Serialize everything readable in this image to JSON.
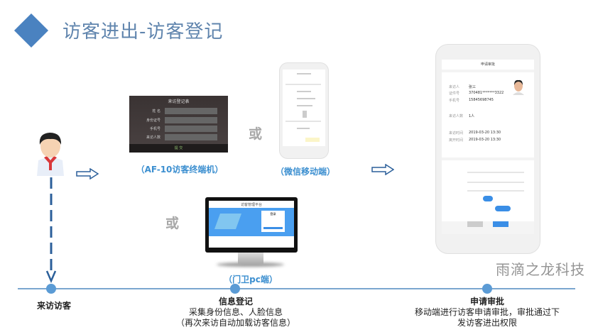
{
  "title": "访客进出-访客登记",
  "accent_color": "#4a82c0",
  "caption_color": "#3c8fd0",
  "or_label": "或",
  "devices": {
    "kiosk": {
      "caption": "（AF-10访客终端机）",
      "header": "来访登记表",
      "fields": [
        "姓 名",
        "身份证号",
        "手机号",
        "来访人数"
      ],
      "submit": "提 交"
    },
    "wechat": {
      "caption": "（微信移动端）"
    },
    "pc": {
      "caption": "（门卫pc端）",
      "header": "访客管理平台",
      "login": "登录"
    },
    "approval": {
      "header": "申请审批",
      "fields": [
        {
          "label": "来访人",
          "value": "张三"
        },
        {
          "label": "证件号",
          "value": "370481*******3322"
        },
        {
          "label": "手机号",
          "value": "15845698745"
        },
        {
          "label": "来访人数",
          "value": "1人"
        },
        {
          "label": "来访时间",
          "value": "2019-03-20 13:30"
        },
        {
          "label": "离开时间",
          "value": "2019-03-20 13:30"
        }
      ]
    }
  },
  "timeline": [
    {
      "title": "来访访客",
      "lines": []
    },
    {
      "title": "信息登记",
      "lines": [
        "采集身份信息、人脸信息",
        "（再次来访自动加载访客信息）"
      ]
    },
    {
      "title": "申请审批",
      "lines": [
        "移动端进行访客申请审批，审批通过下",
        "发访客进出权限"
      ]
    }
  ],
  "watermark": "雨滴之龙科技"
}
